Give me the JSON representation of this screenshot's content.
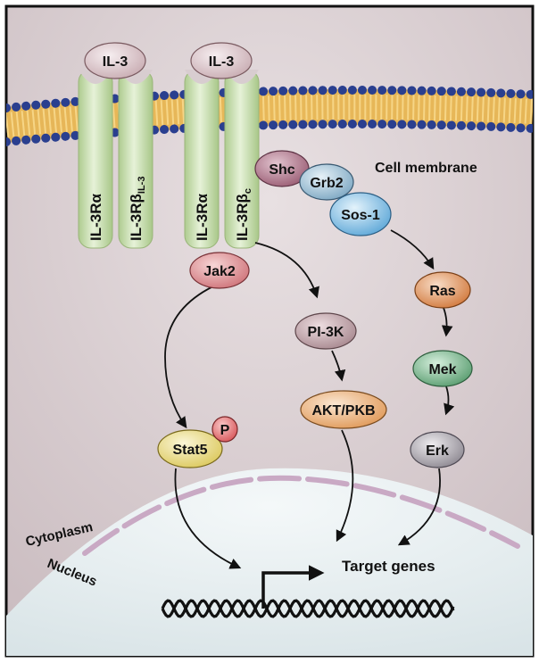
{
  "diagram": {
    "ligands": [
      {
        "id": "il3_left",
        "label": "IL-3"
      },
      {
        "id": "il3_right",
        "label": "IL-3"
      }
    ],
    "receptors": [
      {
        "id": "r1",
        "label": "IL-3Rα"
      },
      {
        "id": "r2",
        "label": "IL-3Rβ",
        "subscript": "IL-3"
      },
      {
        "id": "r3",
        "label": "IL-3Rα"
      },
      {
        "id": "r4",
        "label": "IL-3Rβ",
        "subscript": "c"
      }
    ],
    "proteins": {
      "shc": "Shc",
      "grb2": "Grb2",
      "sos1": "Sos-1",
      "jak2": "Jak2",
      "pi3k": "PI-3K",
      "akt": "AKT/PKB",
      "ras": "Ras",
      "mek": "Mek",
      "erk": "Erk",
      "stat5": "Stat5",
      "phospho": "P"
    },
    "compartments": {
      "membrane": "Cell membrane",
      "cytoplasm": "Cytoplasm",
      "nucleus": "Nucleus"
    },
    "target_genes": "Target genes"
  },
  "colors": {
    "background": "#d8cdd0",
    "nucleus": "#e6eef0",
    "membrane_head": "#2a3f8f",
    "membrane_tail": "#e8b44a",
    "receptor": "#c8dfb0",
    "ligand": "#dcc8cc",
    "shc": "#a4697f",
    "grb2": "#8fb5cc",
    "sos1": "#7ab8df",
    "jak2": "#d88a8e",
    "pi3k": "#b79aa0",
    "akt": "#e9a970",
    "ras": "#dc8f5a",
    "mek": "#6fae84",
    "erk": "#9e9aa2",
    "stat5": "#e8d880",
    "phospho": "#e06a6a"
  }
}
